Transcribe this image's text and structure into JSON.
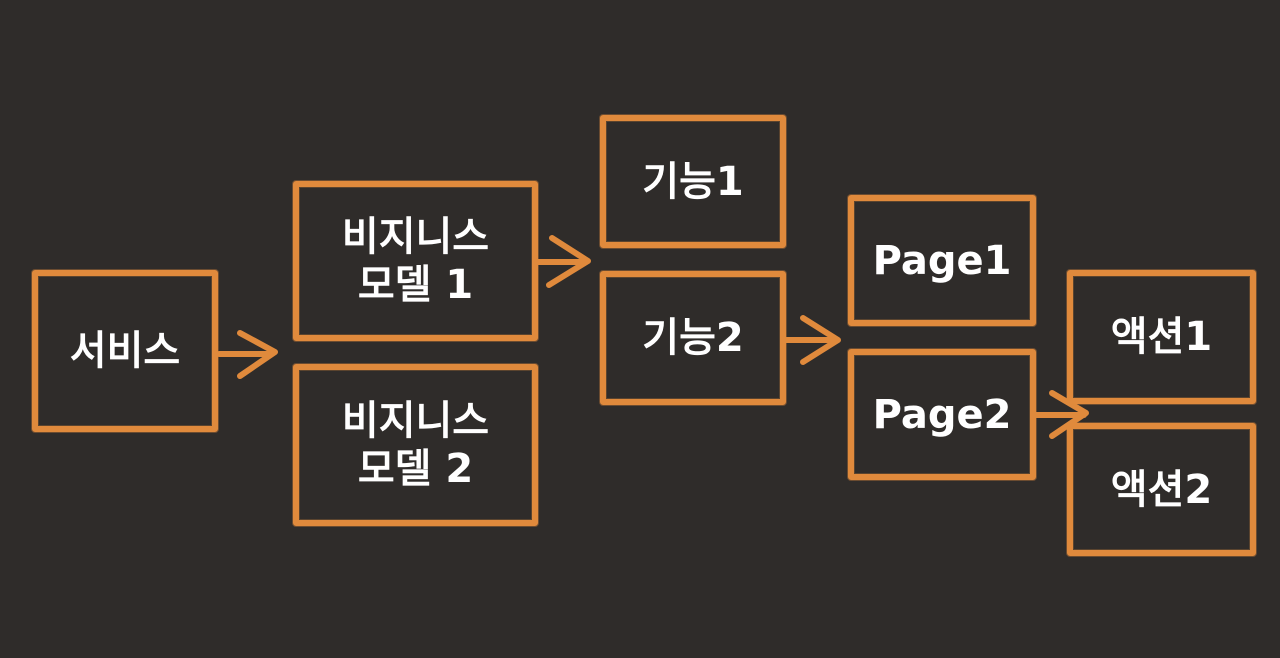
{
  "nodes": {
    "service": "서비스",
    "business_model_1": "비지니스\n모델 1",
    "business_model_2": "비지니스\n모델 2",
    "feature_1": "기능1",
    "feature_2": "기능2",
    "page_1": "Page1",
    "page_2": "Page2",
    "action_1": "액션1",
    "action_2": "액션2"
  },
  "colors": {
    "background": "#2f2c2a",
    "stroke": "#e08a3c",
    "text": "#ffffff"
  },
  "edges": [
    {
      "from": "service",
      "to": "business_model_1"
    },
    {
      "from": "business_model_1",
      "to": "feature_1"
    },
    {
      "from": "feature_2",
      "to": "page_1"
    },
    {
      "from": "page_2",
      "to": "action_1"
    }
  ]
}
